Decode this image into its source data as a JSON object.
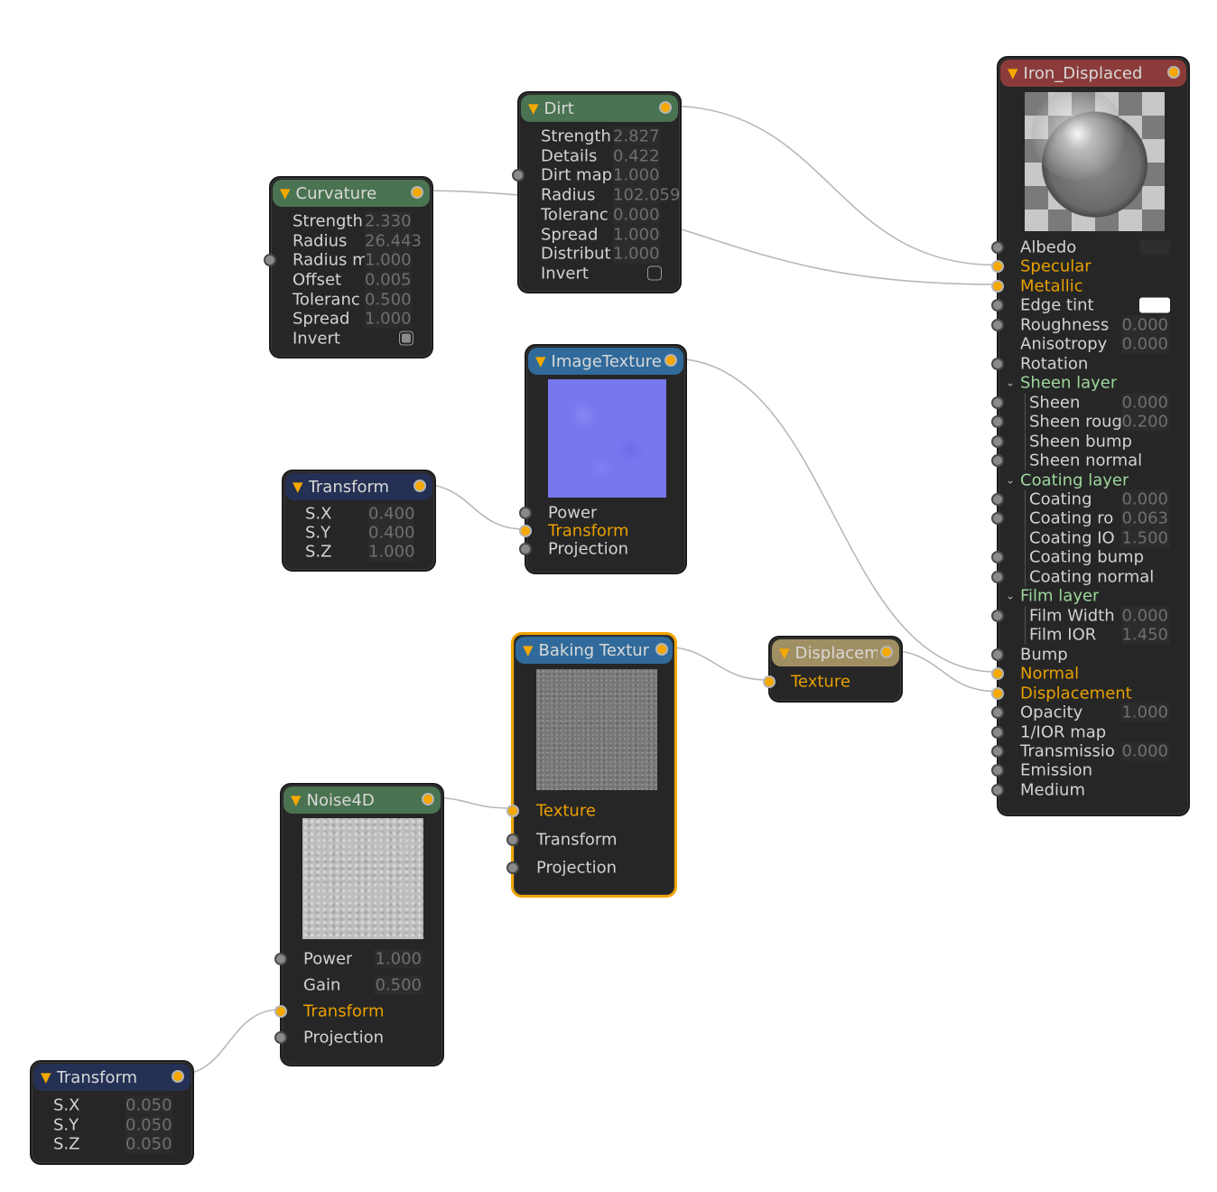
{
  "colors": {
    "accent": "#f5a800",
    "wire": "#b8b8b8",
    "node_bg": "#262626"
  },
  "nodes": [
    {
      "id": "iron",
      "title": "Iron_Displaced",
      "header_color": "#8b3c3a",
      "has_output": true,
      "preview": "sphere",
      "rows": [
        {
          "label": "Albedo",
          "socket": "grey",
          "swatch": "#2e2e2e"
        },
        {
          "label": "Specular",
          "socket": "linked",
          "style": "orange"
        },
        {
          "label": "Metallic",
          "socket": "linked",
          "style": "orange"
        },
        {
          "label": "Edge tint",
          "socket": "grey",
          "swatch": "#ffffff"
        },
        {
          "label": "Roughness",
          "socket": "grey",
          "value": "0.000"
        },
        {
          "label": "Anisotropy",
          "value": "0.000"
        },
        {
          "label": "Rotation",
          "socket": "grey"
        },
        {
          "label": "Sheen layer",
          "style": "section"
        },
        {
          "label": "Sheen",
          "socket": "grey",
          "value": "0.000",
          "indent": true
        },
        {
          "label": "Sheen roug",
          "socket": "grey",
          "value": "0.200",
          "indent": true
        },
        {
          "label": "Sheen bump",
          "socket": "grey",
          "indent": true
        },
        {
          "label": "Sheen normal",
          "socket": "grey",
          "indent": true
        },
        {
          "label": "Coating layer",
          "style": "section"
        },
        {
          "label": "Coating",
          "socket": "grey",
          "value": "0.000",
          "indent": true
        },
        {
          "label": "Coating ro",
          "socket": "grey",
          "value": "0.063",
          "indent": true
        },
        {
          "label": "Coating IO",
          "value": "1.500",
          "indent": true
        },
        {
          "label": "Coating bump",
          "socket": "grey",
          "indent": true
        },
        {
          "label": "Coating normal",
          "socket": "grey",
          "indent": true
        },
        {
          "label": "Film layer",
          "style": "section"
        },
        {
          "label": "Film Width",
          "socket": "grey",
          "value": "0.000",
          "indent": true
        },
        {
          "label": "Film IOR",
          "value": "1.450",
          "indent": true
        },
        {
          "label": "Bump",
          "socket": "grey"
        },
        {
          "label": "Normal",
          "socket": "linked",
          "style": "orange"
        },
        {
          "label": "Displacement",
          "socket": "linked",
          "style": "orange"
        },
        {
          "label": "Opacity",
          "socket": "grey",
          "value": "1.000"
        },
        {
          "label": "1/IOR map",
          "socket": "grey"
        },
        {
          "label": "Transmissio",
          "socket": "grey",
          "value": "0.000"
        },
        {
          "label": "Emission",
          "socket": "grey"
        },
        {
          "label": "Medium",
          "socket": "grey"
        }
      ]
    },
    {
      "id": "dirt",
      "title": "Dirt",
      "header_color": "#4a7351",
      "has_output": true,
      "rows": [
        {
          "label": "Strength",
          "value": "2.827"
        },
        {
          "label": "Details",
          "value": "0.422"
        },
        {
          "label": "Dirt map",
          "socket": "grey",
          "value": "1.000"
        },
        {
          "label": "Radius",
          "value": "102.059"
        },
        {
          "label": "Toleranc",
          "value": "0.000"
        },
        {
          "label": "Spread",
          "value": "1.000"
        },
        {
          "label": "Distribut",
          "value": "1.000"
        },
        {
          "label": "Invert",
          "checkbox": false
        }
      ]
    },
    {
      "id": "curvature",
      "title": "Curvature",
      "header_color": "#4a7351",
      "has_output": true,
      "rows": [
        {
          "label": "Strength",
          "value": "2.330"
        },
        {
          "label": "Radius",
          "value": "26.443"
        },
        {
          "label": "Radius m",
          "socket": "grey",
          "value": "1.000"
        },
        {
          "label": "Offset",
          "value": "0.005"
        },
        {
          "label": "Toleranc",
          "value": "0.500"
        },
        {
          "label": "Spread",
          "value": "1.000"
        },
        {
          "label": "Invert",
          "checkbox": true
        }
      ]
    },
    {
      "id": "imagetexture",
      "title": "ImageTexture",
      "header_color": "#2f6a9a",
      "has_output": true,
      "preview": "normal",
      "rows": [
        {
          "label": "Power",
          "socket": "grey"
        },
        {
          "label": "Transform",
          "socket": "linked",
          "style": "orange"
        },
        {
          "label": "Projection",
          "socket": "grey"
        }
      ]
    },
    {
      "id": "transform1",
      "title": "Transform",
      "header_color": "#253154",
      "has_output": true,
      "rows": [
        {
          "label": "S.X",
          "value": "0.400"
        },
        {
          "label": "S.Y",
          "value": "0.400"
        },
        {
          "label": "S.Z",
          "value": "1.000"
        }
      ]
    },
    {
      "id": "baking",
      "title": "Baking Textur",
      "header_color": "#2f6a9a",
      "has_output": true,
      "preview": "noise-dark",
      "selected": true,
      "rows": [
        {
          "label": "Texture",
          "socket": "linked",
          "style": "orange"
        },
        {
          "label": "Transform",
          "socket": "grey"
        },
        {
          "label": "Projection",
          "socket": "grey"
        }
      ]
    },
    {
      "id": "displacement",
      "title": "Displacem",
      "header_color": "#a08f62",
      "has_output": true,
      "rows": [
        {
          "label": "Texture",
          "socket": "linked",
          "style": "orange"
        }
      ]
    },
    {
      "id": "noise4d",
      "title": "Noise4D",
      "header_color": "#4a7351",
      "has_output": true,
      "preview": "noise-light",
      "rows": [
        {
          "label": "Power",
          "socket": "grey",
          "value": "1.000"
        },
        {
          "label": "Gain",
          "value": "0.500"
        },
        {
          "label": "Transform",
          "socket": "linked",
          "style": "orange"
        },
        {
          "label": "Projection",
          "socket": "grey"
        }
      ]
    },
    {
      "id": "transform2",
      "title": "Transform",
      "header_color": "#253154",
      "has_output": true,
      "rows": [
        {
          "label": "S.X",
          "value": "0.050"
        },
        {
          "label": "S.Y",
          "value": "0.050"
        },
        {
          "label": "S.Z",
          "value": "0.050"
        }
      ]
    }
  ],
  "connections": [
    {
      "from": "dirt",
      "to": "iron",
      "input": "Specular"
    },
    {
      "from": "curvature",
      "to": "iron",
      "input": "Metallic"
    },
    {
      "from": "imagetexture",
      "to": "iron",
      "input": "Normal"
    },
    {
      "from": "transform1",
      "to": "imagetexture",
      "input": "Transform"
    },
    {
      "from": "baking",
      "to": "displacement",
      "input": "Texture"
    },
    {
      "from": "displacement",
      "to": "iron",
      "input": "Displacement"
    },
    {
      "from": "noise4d",
      "to": "baking",
      "input": "Texture"
    },
    {
      "from": "transform2",
      "to": "noise4d",
      "input": "Transform"
    }
  ]
}
